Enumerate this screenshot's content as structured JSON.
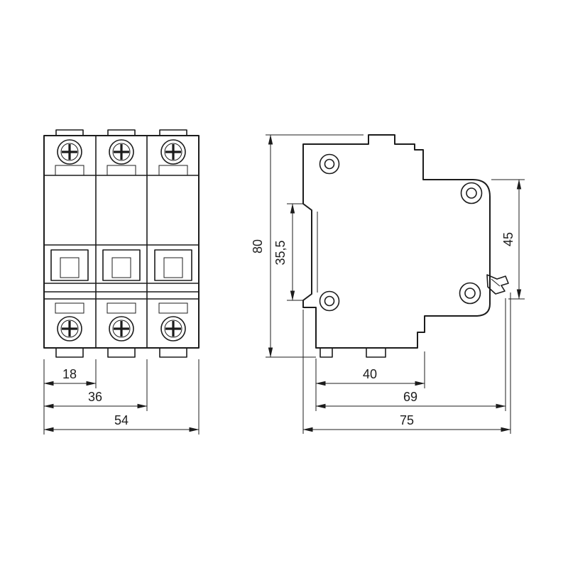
{
  "drawing": {
    "background": "#ffffff",
    "line_color": "#1c1c1c",
    "subject": "3-pole modular circuit breaker dimensional drawing",
    "views": {
      "front": {
        "label": "front-view"
      },
      "side": {
        "label": "side-view"
      }
    },
    "dimensions": {
      "front": {
        "module_width": "18",
        "two_modules": "36",
        "total_width": "54"
      },
      "side": {
        "total_height": "80",
        "din_notch_height": "35,5",
        "right_section_height": "45",
        "base_depth": "40",
        "depth_to_latch": "69",
        "total_depth": "75"
      }
    }
  }
}
